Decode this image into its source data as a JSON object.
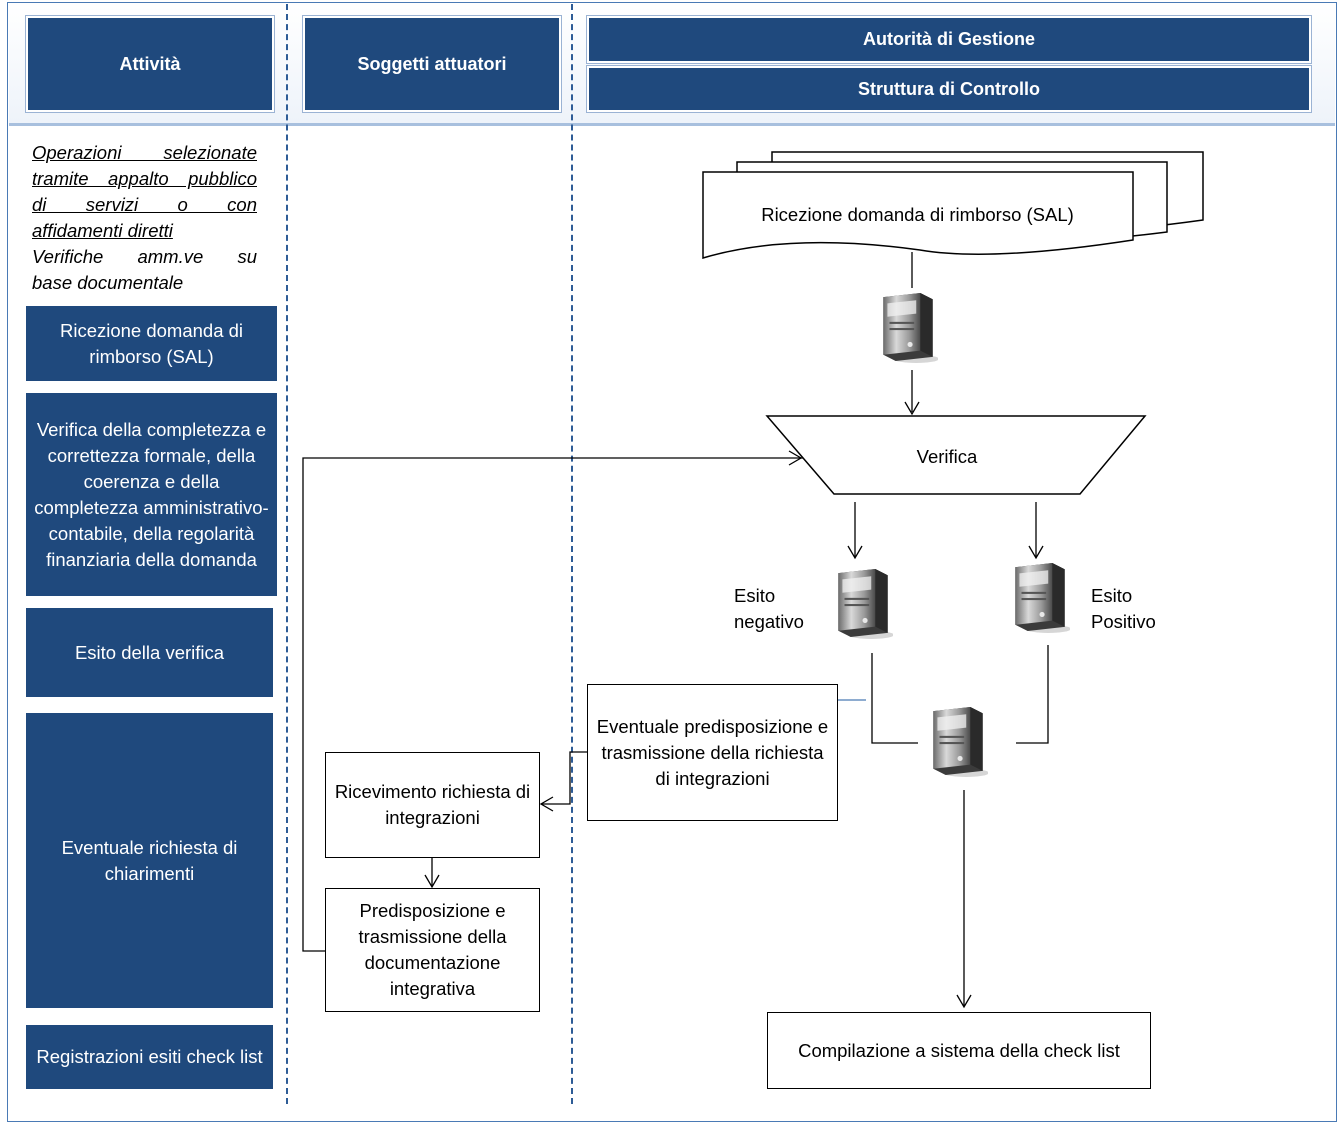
{
  "header": {
    "col1": "Attività",
    "col2": "Soggetti attuatori",
    "col3_top": "Autorità di Gestione",
    "col3_bottom": "Struttura di Controllo"
  },
  "note": {
    "underlined": [
      "Operazioni selezionate",
      "tramite appalto pubblico",
      "di servizi o con",
      "affidamenti diretti"
    ],
    "plain": [
      "Verifiche amm.ve su",
      "base documentale"
    ]
  },
  "activities": [
    "Ricezione domanda di rimborso (SAL)",
    "Verifica della completezza e correttezza formale, della coerenza e della completezza amministrativo-contabile, della regolarità finanziaria della domanda",
    "Esito della verifica",
    "Eventuale richiesta di chiarimenti",
    "Registrazioni esiti check list"
  ],
  "flow": {
    "documents": "Ricezione domanda  di rimborso (SAL)",
    "verifica": "Verifica",
    "esito_negativo": [
      "Esito",
      "negativo"
    ],
    "esito_positivo": [
      "Esito",
      "Positivo"
    ],
    "predisposizione_richiesta": "Eventuale predisposizione e trasmissione della richiesta di integrazioni",
    "ricevimento": "Ricevimento richiesta di integrazioni",
    "predisposizione_doc": "Predisposizione e trasmissione della documentazione integrativa",
    "checklist": "Compilazione a sistema della check list"
  },
  "colors": {
    "header_blue": "#1f497d",
    "dash_blue": "#2e5c96"
  },
  "icons": [
    "computer-tower-icon"
  ]
}
